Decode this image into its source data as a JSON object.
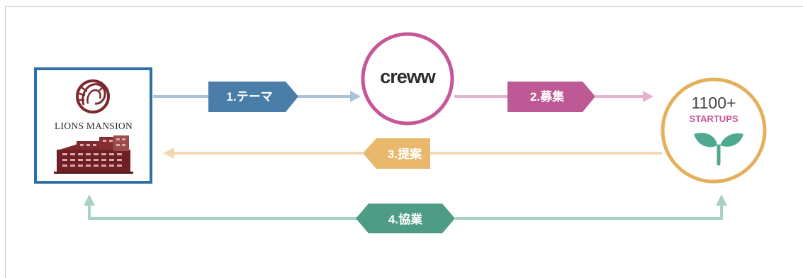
{
  "diagram": {
    "lions_mansion": {
      "wordmark": "LIONS MANSION"
    },
    "creww": {
      "logo_text": "creww"
    },
    "startups": {
      "count": "1100+",
      "label": "STARTUPS"
    },
    "steps": [
      {
        "label": "1.テーマ",
        "color": "#4a7ea9"
      },
      {
        "label": "2.募集",
        "color": "#bd5a96"
      },
      {
        "label": "3.提案",
        "color": "#e9b86c"
      },
      {
        "label": "4.協業",
        "color": "#4f9c86"
      }
    ],
    "colors": {
      "lions_border": "#2d6fa6",
      "lions_brand": "#7a2a2e",
      "creww_ring": "#c6569a",
      "startups_ring": "#e5b05d",
      "startups_label": "#c6569a",
      "sprout": "#4fa991",
      "line_theme": "#a9c2d8",
      "line_recruit": "#e6b3ce",
      "line_proposal": "#f3d9b2",
      "line_collab": "#a7d1c3"
    }
  }
}
